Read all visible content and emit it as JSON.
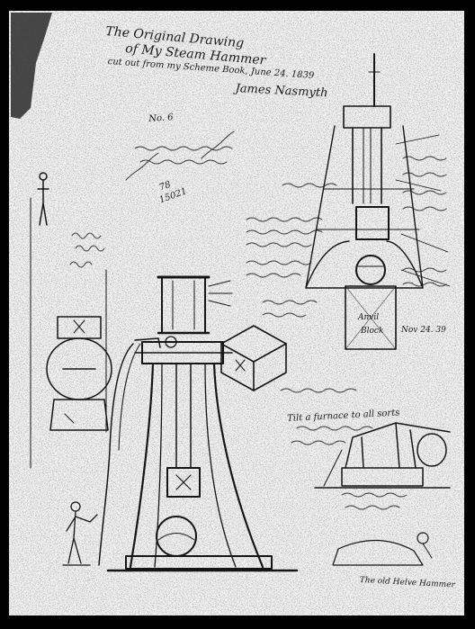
{
  "document": {
    "title_line1": "The Original Drawing",
    "title_line2": "of My Steam Hammer",
    "title_line3": "cut out from my Scheme Book, June 24. 1839",
    "signature": "James Nasmyth",
    "number_left": "No. 6",
    "note_figures_1": "78",
    "note_figures_2": "15021",
    "label_tilt": "Tilt a furnace to all sorts",
    "label_novdate": "Nov 24. 39",
    "label_block": "Anvil",
    "label_anvil": "Block",
    "caption_bottom": "The old Helve Hammer"
  },
  "colors": {
    "paper": "#f2f2f2",
    "ink": "#151515",
    "border": "#000000"
  }
}
